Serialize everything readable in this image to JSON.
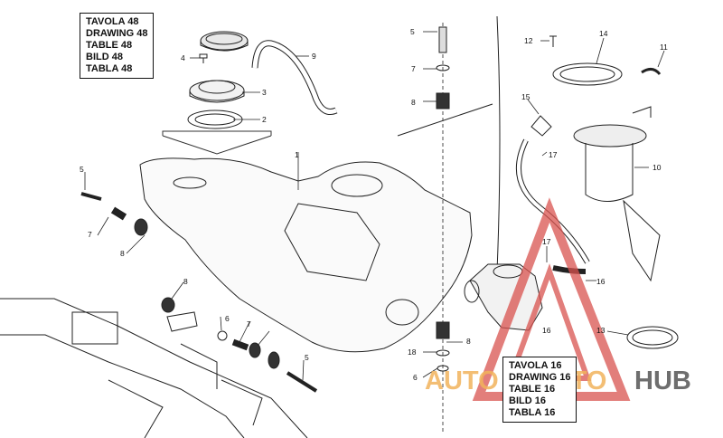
{
  "ref_box_top": {
    "lines": [
      "TAVOLA 48",
      "DRAWING 48",
      "TABLE 48",
      "BILD 48",
      "TABLA 48"
    ]
  },
  "ref_box_bottom": {
    "lines": [
      "TAVOLA 16",
      "DRAWING 16",
      "TABLE 16",
      "BILD 16",
      "TABLA 16"
    ]
  },
  "callouts": {
    "c1": "1",
    "c2": "2",
    "c3": "3",
    "c4": "4",
    "c5a": "5",
    "c5b": "5",
    "c5c": "5",
    "c6a": "6",
    "c6b": "6",
    "c7a": "7",
    "c7b": "7",
    "c7c": "7",
    "c8a": "8",
    "c8b": "8",
    "c8c": "8",
    "c8d": "8",
    "c9": "9",
    "c10": "10",
    "c11": "11",
    "c12": "12",
    "c13": "13",
    "c14": "14",
    "c15": "15",
    "c16a": "16",
    "c16b": "16",
    "c17a": "17",
    "c17b": "17",
    "c18": "18"
  },
  "watermark": {
    "part1": "AUTO",
    "part2": "MOTO",
    "part3": "HUB"
  },
  "colors": {
    "line": "#222222",
    "watermark_red": "#d9534f",
    "watermark_orange": "#f2b35c",
    "watermark_gray": "#555555"
  }
}
